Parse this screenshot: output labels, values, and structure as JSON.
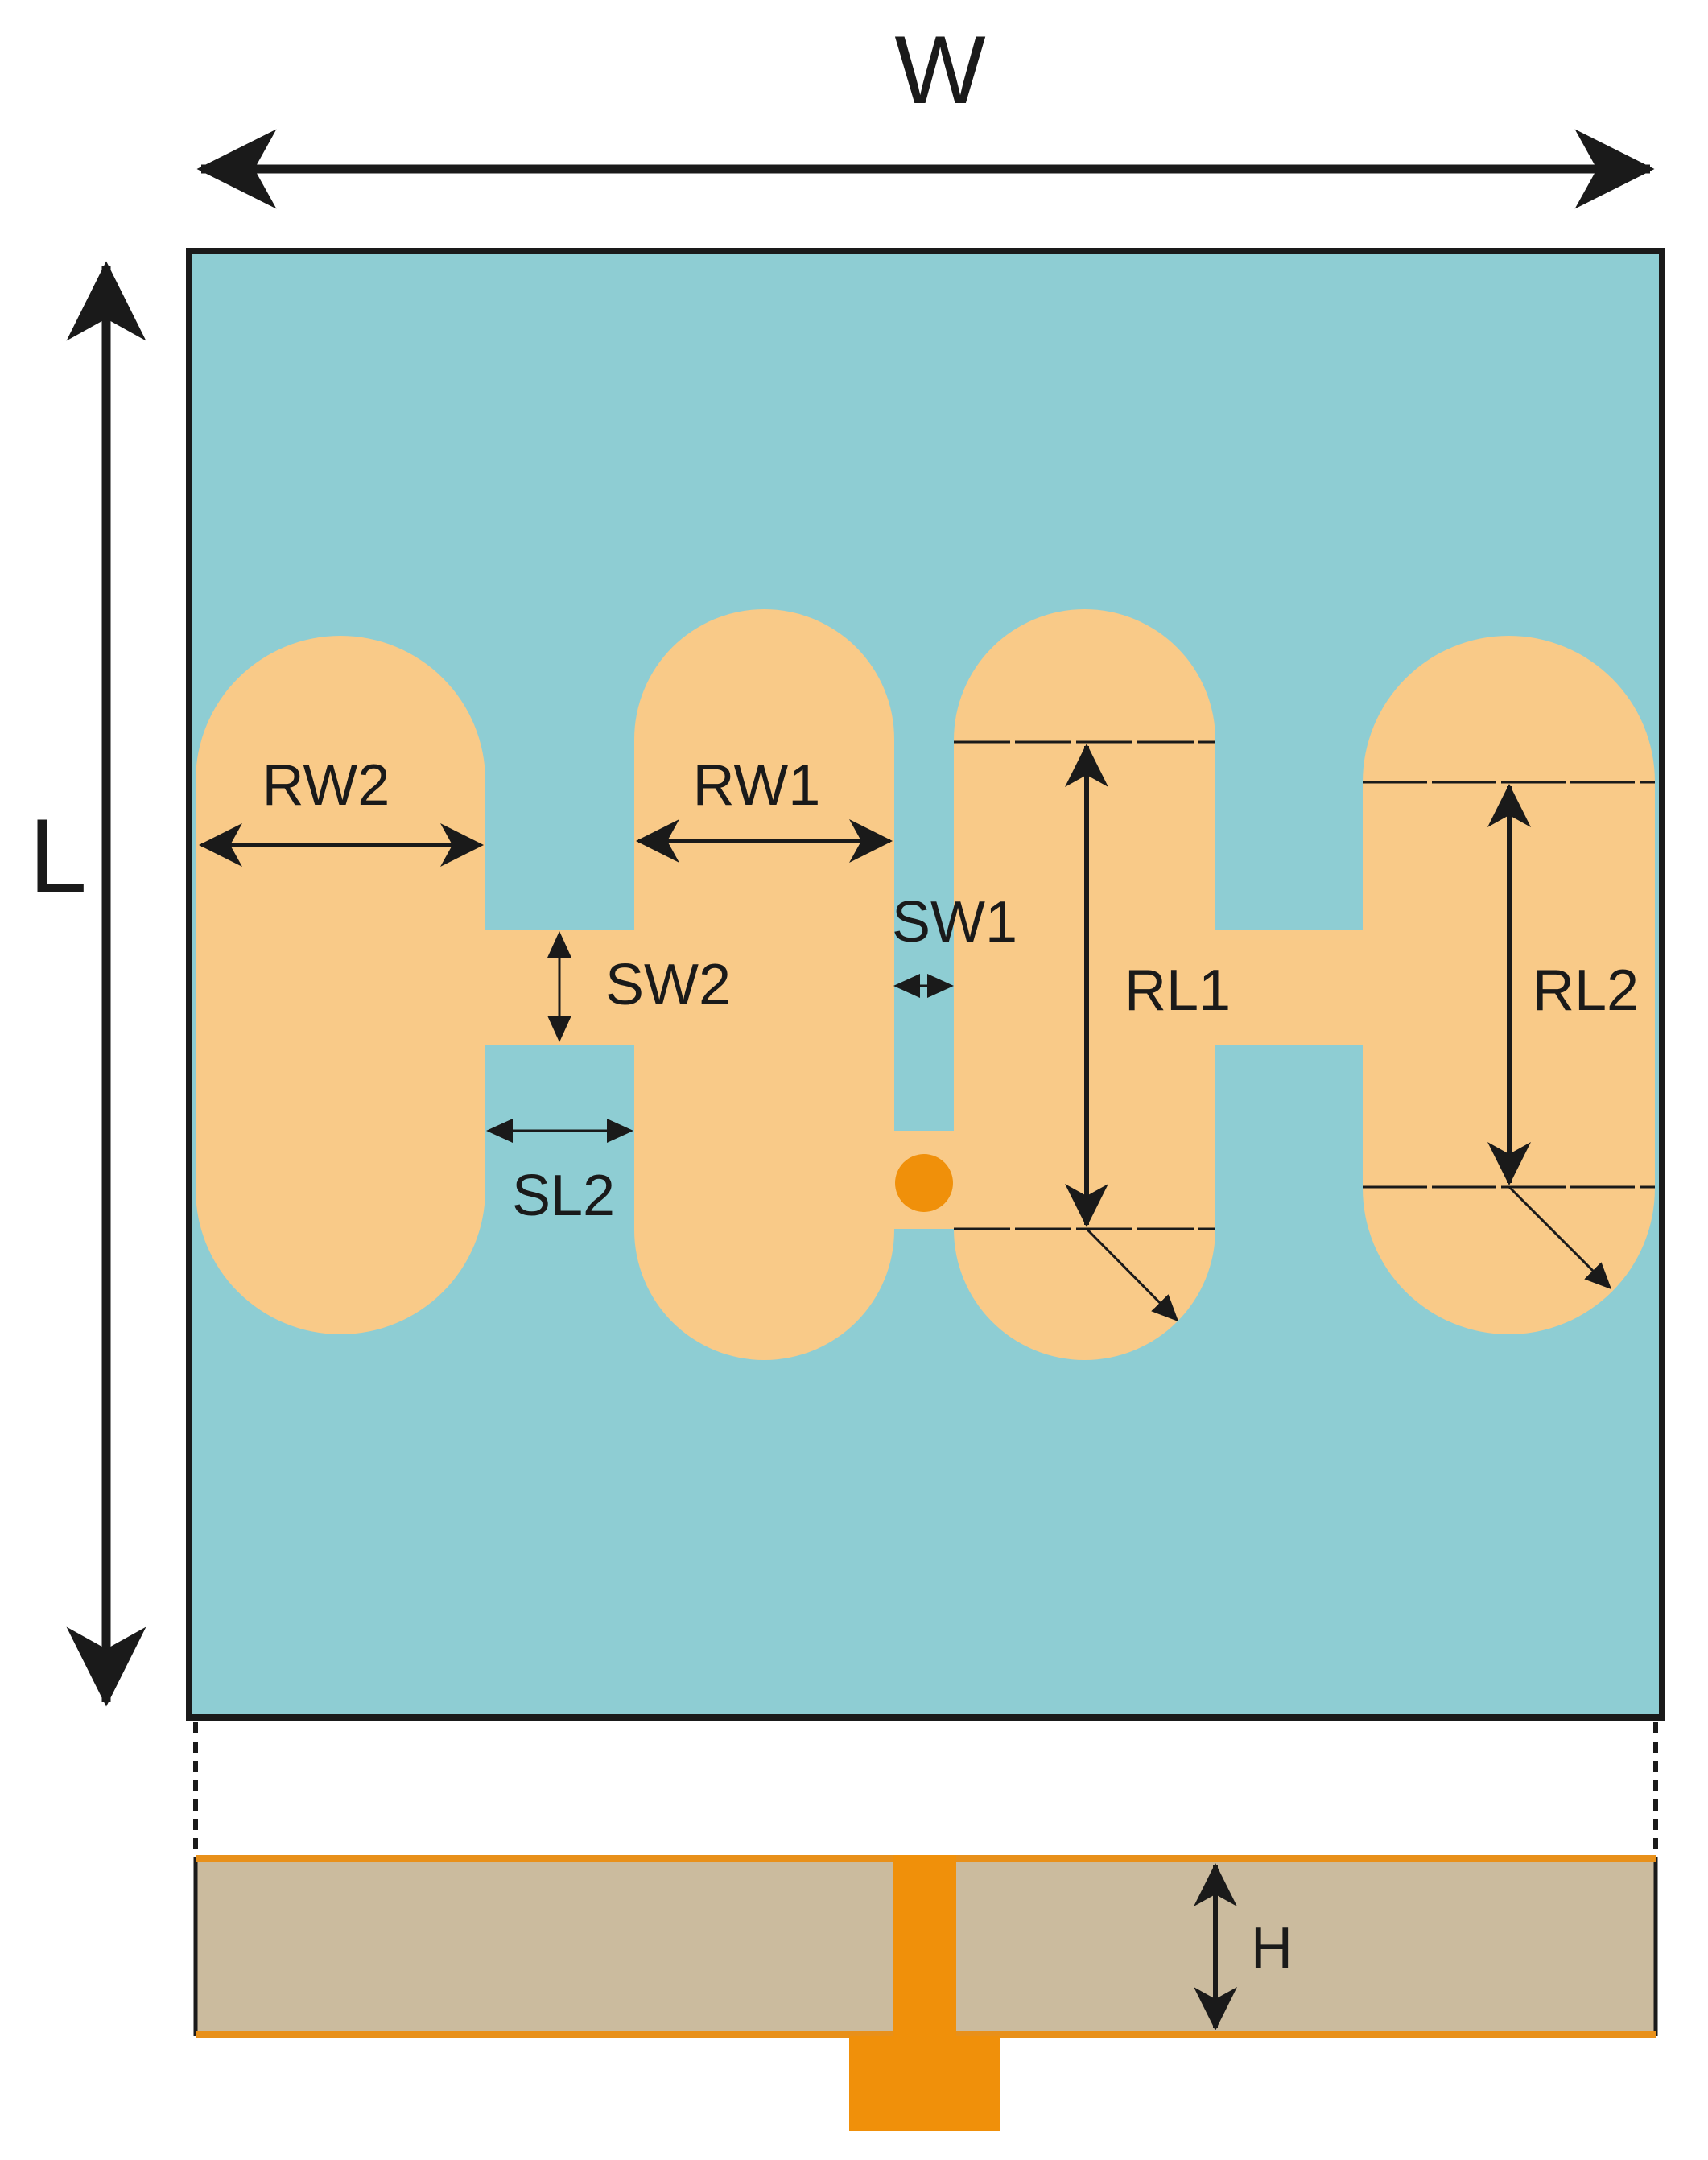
{
  "labels": {
    "width": "W",
    "length": "L",
    "rw1": "RW1",
    "rw2": "RW2",
    "sw1": "SW1",
    "sw2": "SW2",
    "sl2": "SL2",
    "rl1": "RL1",
    "rl2": "RL2",
    "height": "H"
  },
  "colors": {
    "substrate_top": "#8ecdd3",
    "patch": "#f9ca88",
    "feed_probe": "#f0900a",
    "substrate_side": "#cbbb9e",
    "copper_layer": "#e8901a",
    "outline": "#1a1a1a"
  }
}
